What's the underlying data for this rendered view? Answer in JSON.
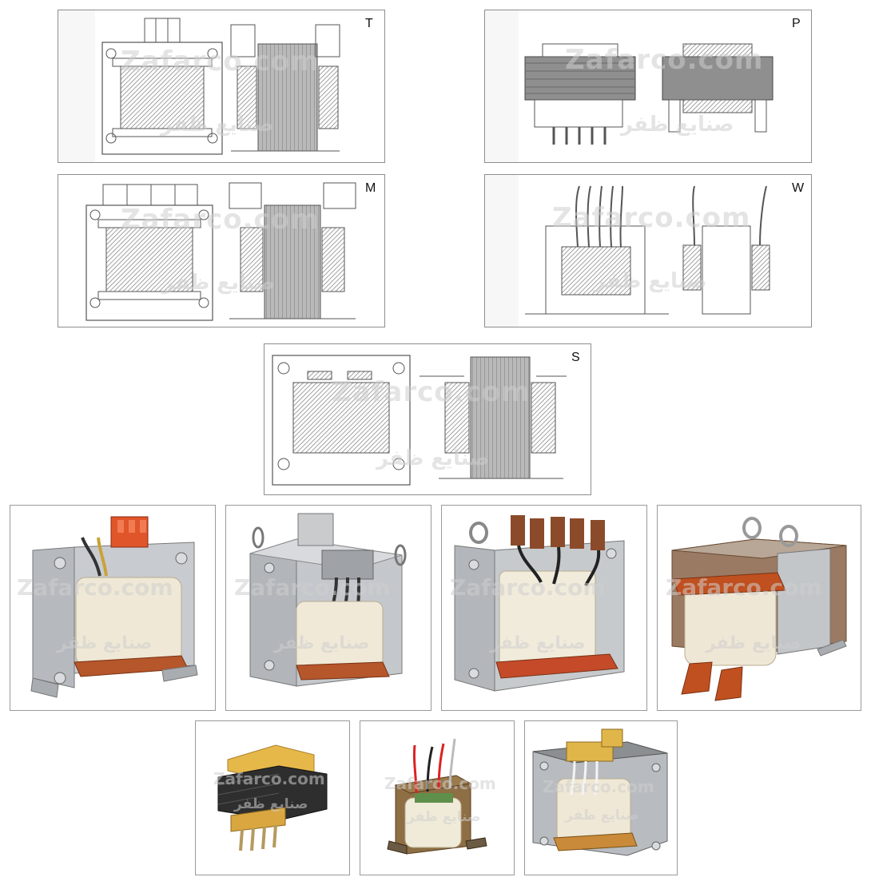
{
  "drawings": [
    {
      "letter": "T"
    },
    {
      "letter": "P"
    },
    {
      "letter": "M"
    },
    {
      "letter": "W"
    },
    {
      "letter": "S"
    }
  ],
  "watermark": {
    "en": "Zafarco.com",
    "fa": "صنایع ظفر"
  },
  "colors": {
    "frame": "#8e8e8e",
    "line": "#555555",
    "hatch": "#8a8a8a",
    "coil": "#efe9da",
    "steel": "#a9adb1",
    "copper": "#b5562b",
    "terminal_orange": "#e0552a"
  },
  "photos": [
    {
      "icon": "transformer-open-frame-orange-terminal"
    },
    {
      "icon": "transformer-terminal-block-frame"
    },
    {
      "icon": "transformer-eyebolt-copper-bushings"
    },
    {
      "icon": "transformer-eyebolt-busbar"
    },
    {
      "icon": "transformer-small-pcb"
    },
    {
      "icon": "transformer-flying-leads"
    },
    {
      "icon": "transformer-terminal-block-small"
    }
  ]
}
